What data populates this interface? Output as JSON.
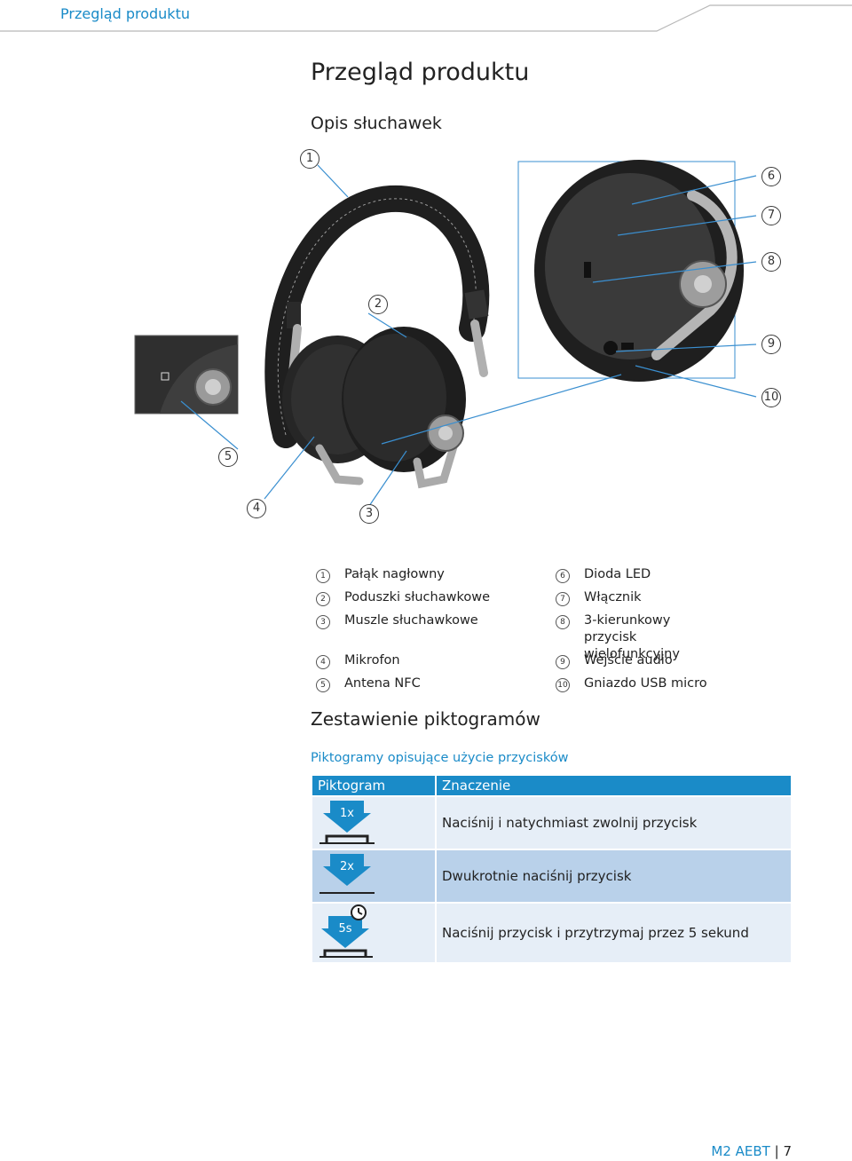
{
  "header": {
    "title": "Przegląd produktu"
  },
  "page_title": "Przegląd produktu",
  "section_title": "Opis słuchawek",
  "callouts": [
    "1",
    "2",
    "3",
    "4",
    "5",
    "6",
    "7",
    "8",
    "9",
    "10"
  ],
  "legend": [
    {
      "num": "1",
      "label": "Pałąk nagłowny"
    },
    {
      "num": "2",
      "label": "Poduszki słuchawkowe"
    },
    {
      "num": "3",
      "label": "Muszle słuchawkowe"
    },
    {
      "num": "4",
      "label": "Mikrofon"
    },
    {
      "num": "5",
      "label": "Antena NFC"
    },
    {
      "num": "6",
      "label": "Dioda LED"
    },
    {
      "num": "7",
      "label": "Włącznik"
    },
    {
      "num": "8",
      "label": "3-kierunkowy przycisk wielofunkcyjny"
    },
    {
      "num": "9",
      "label": "Wejście audio"
    },
    {
      "num": "10",
      "label": "Gniazdo USB micro"
    }
  ],
  "pictograms_title": "Zestawienie piktogramów",
  "pictograms_subtitle": "Piktogramy opisujące użycie przycisków",
  "table": {
    "headers": [
      "Piktogram",
      "Znaczenie"
    ],
    "rows": [
      {
        "icon_label": "1x",
        "meaning": "Naciśnij i natychmiast zwolnij przycisk"
      },
      {
        "icon_label": "2x",
        "meaning": "Dwukrotnie naciśnij przycisk"
      },
      {
        "icon_label": "5s",
        "meaning": "Naciśnij przycisk i przytrzymaj przez 5 sekund"
      }
    ]
  },
  "footer": {
    "product": "M2 AEBT",
    "page": "7"
  },
  "colors": {
    "accent": "#1a8bc8",
    "row_light": "#e6eef7",
    "row_dark": "#b9d1ea"
  }
}
